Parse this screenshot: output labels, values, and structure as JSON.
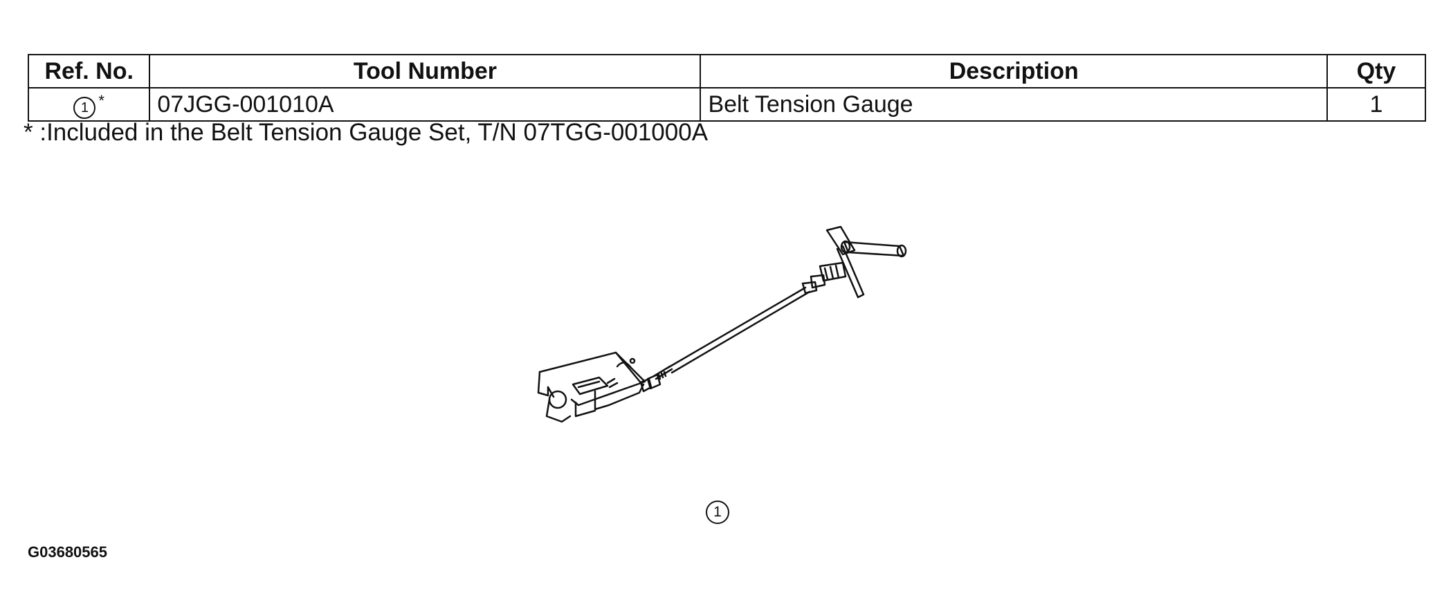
{
  "table": {
    "headers": [
      "Ref. No.",
      "Tool Number",
      "Description",
      "Qty"
    ],
    "rows": [
      {
        "ref": "1",
        "ref_mark": "*",
        "tool_number": "07JGG-001010A",
        "description": "Belt Tension Gauge",
        "qty": "1"
      }
    ]
  },
  "footnote": "* :Included in the Belt Tension Gauge Set, T/N 07TGG-001000A",
  "figure": {
    "callout_label": "1",
    "code": "G03680565",
    "illustration_icon": "belt-tension-gauge-tool"
  }
}
